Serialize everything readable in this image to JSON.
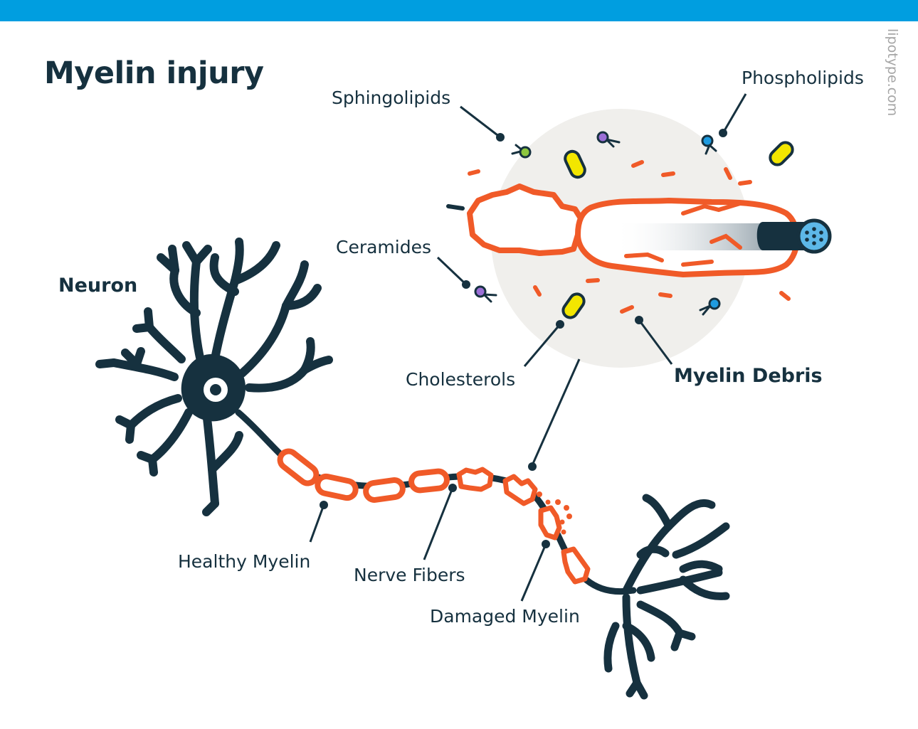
{
  "title": "Myelin injury",
  "brand": "lipotype.com",
  "labels": {
    "neuron": "Neuron",
    "sphingolipids": "Sphingolipids",
    "phospholipids": "Phospholipids",
    "ceramides": "Ceramides",
    "cholesterols": "Cholesterols",
    "myelin_debris": "Myelin Debris",
    "healthy_myelin": "Healthy Myelin",
    "nerve_fibers": "Nerve Fibers",
    "damaged_myelin": "Damaged Myelin"
  },
  "colors": {
    "header_bar": "#009ee0",
    "ink": "#16313f",
    "myelin": "#f05a28",
    "cholesterol": "#f2e600",
    "sphingolipid_head": "#8dc63f",
    "ceramide_head": "#9b6fd6",
    "phospholipid_head": "#1e9be0",
    "zoom_circle": "#f0efec",
    "axon_core": "#5db8e8"
  }
}
